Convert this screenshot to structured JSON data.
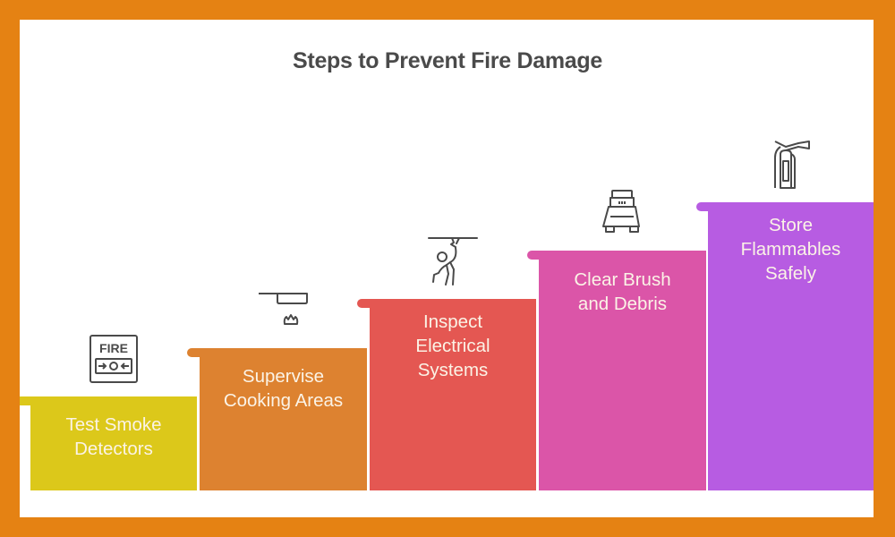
{
  "title": "Steps to Prevent Fire Damage",
  "frame_color": "#e58213",
  "steps": [
    {
      "label_line1": "Test Smoke",
      "label_line2": "Detectors",
      "label_line3": "",
      "color": "#dcc81a",
      "icon": "fire-alarm-icon"
    },
    {
      "label_line1": "Supervise",
      "label_line2": "Cooking Areas",
      "label_line3": "",
      "color": "#dd8230",
      "icon": "cooking-pan-flame-icon"
    },
    {
      "label_line1": "Inspect",
      "label_line2": "Electrical",
      "label_line3": "Systems",
      "color": "#e45752",
      "icon": "electrician-icon"
    },
    {
      "label_line1": "Clear Brush",
      "label_line2": "and Debris",
      "label_line3": "",
      "color": "#db55a8",
      "icon": "brush-cutter-icon"
    },
    {
      "label_line1": "Store",
      "label_line2": "Flammables",
      "label_line3": "Safely",
      "color": "#b75ce2",
      "icon": "fire-extinguisher-icon"
    }
  ]
}
